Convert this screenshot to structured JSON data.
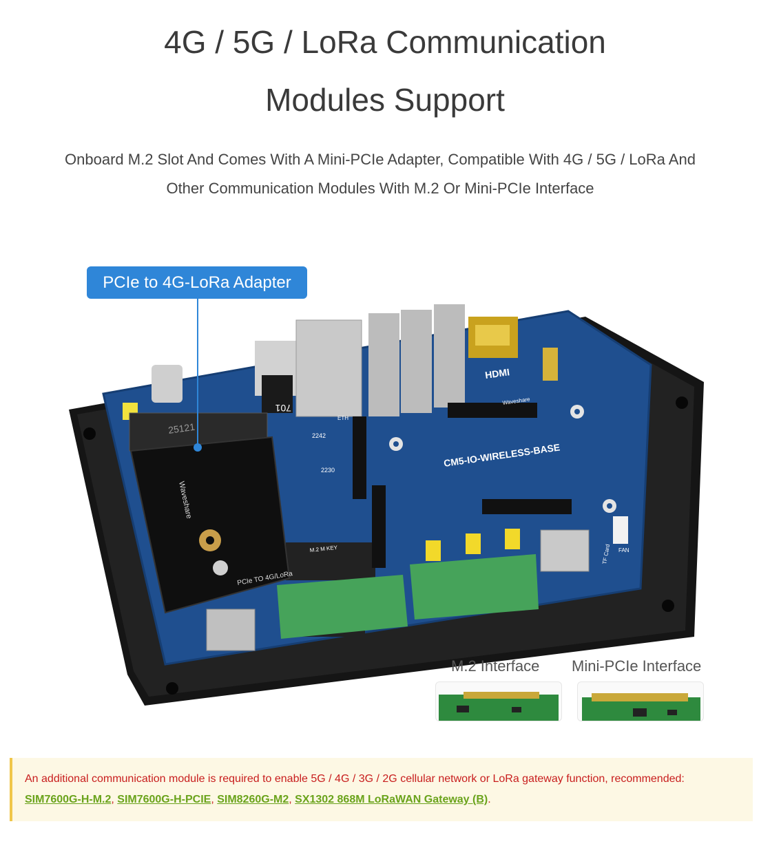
{
  "header": {
    "title_line1": "4G / 5G / LoRa Communication",
    "title_line2": "Modules Support",
    "subtitle_line1": "Onboard M.2 Slot And Comes With A Mini-PCIe Adapter, Compatible With 4G / 5G / LoRa And",
    "subtitle_line2": "Other Communication Modules With M.2 Or Mini-PCIe Interface"
  },
  "image": {
    "callout": "PCIe to 4G-LoRa Adapter",
    "board_label": "CM5-IO-WIRELESS-BASE",
    "adapter_silkscreen": "PCIe TO 4G/LoRa",
    "brand": "Waveshare",
    "hdmi_label": "HDMI",
    "eth_label": "ETH",
    "m2_key_label": "M.2 M KEY",
    "fan_label": "FAN",
    "tf_label": "TF Card",
    "slot_2242": "2242",
    "slot_2230": "2230",
    "chip_701": "701",
    "adapter_code": "25121"
  },
  "interfaces": {
    "m2_label": "M.2 Interface",
    "mpcie_label": "Mini-PCIe Interface"
  },
  "notice": {
    "text": "An additional communication module is required to enable 5G / 4G / 3G / 2G cellular network or LoRa gateway function, recommended:",
    "links": [
      "SIM7600G-H-M.2",
      "SIM7600G-H-PCIE",
      "SIM8260G-M2",
      "SX1302 868M LoRaWAN Gateway (B)"
    ],
    "sep": ", ",
    "end": "."
  },
  "colors": {
    "callout": "#2f86d8",
    "notice_text": "#c81d1d",
    "link": "#6aa31b",
    "notice_bg": "#fdf8e4",
    "notice_bar": "#f0c64a",
    "pcb": "#1f4f8f",
    "terminal": "#46a35a"
  }
}
